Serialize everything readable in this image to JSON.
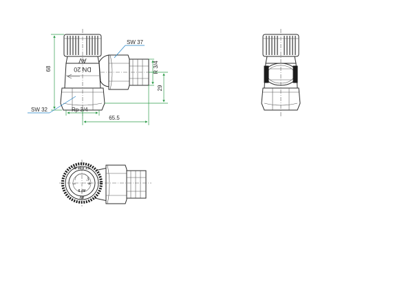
{
  "drawing": {
    "side_view": {
      "dimensions": {
        "height": "68",
        "wrench_size_top": "SW 37",
        "wrench_size_bottom": "SW 32",
        "inlet_thread": "Rp 3/4",
        "outlet_thread": "R 3/4",
        "offset": "29",
        "length": "65.5"
      },
      "body_markings": {
        "nominal_size": "DN 20",
        "bonnet_label": "AV"
      }
    },
    "top_view": {
      "cap_markings": {
        "rim_code": "M 30 x 1.5",
        "center_label": "AV 9",
        "bonnet_label": "AV",
        "minus_sign": "−",
        "plus_sign": "+"
      }
    },
    "colors": {
      "dimension_lines": "#2e9d4a",
      "leader_lines": "#1b7fc4",
      "outline": "#2a2a2a"
    }
  }
}
